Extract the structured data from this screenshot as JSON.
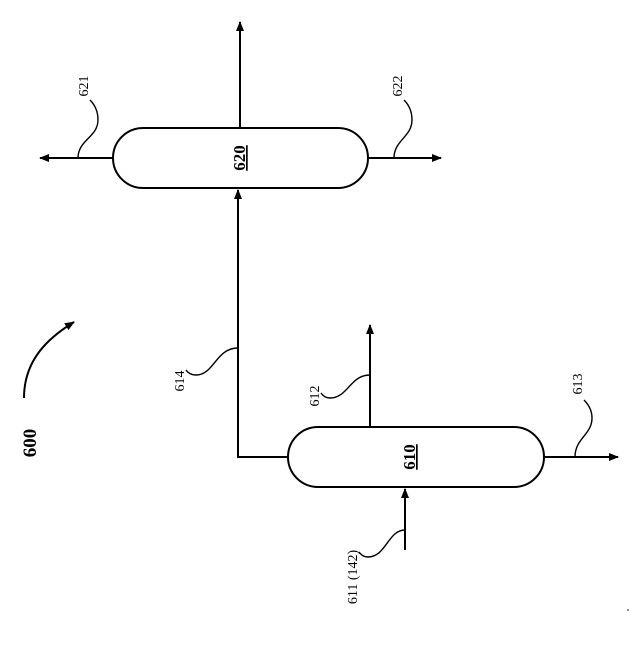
{
  "figure": {
    "number": "600",
    "vessels": [
      {
        "id": "610",
        "label": "610"
      },
      {
        "id": "620",
        "label": "620"
      }
    ],
    "streams": {
      "s611": "611 (142)",
      "s612": "612",
      "s613": "613",
      "s614": "614",
      "s621": "621",
      "s622": "622"
    }
  }
}
